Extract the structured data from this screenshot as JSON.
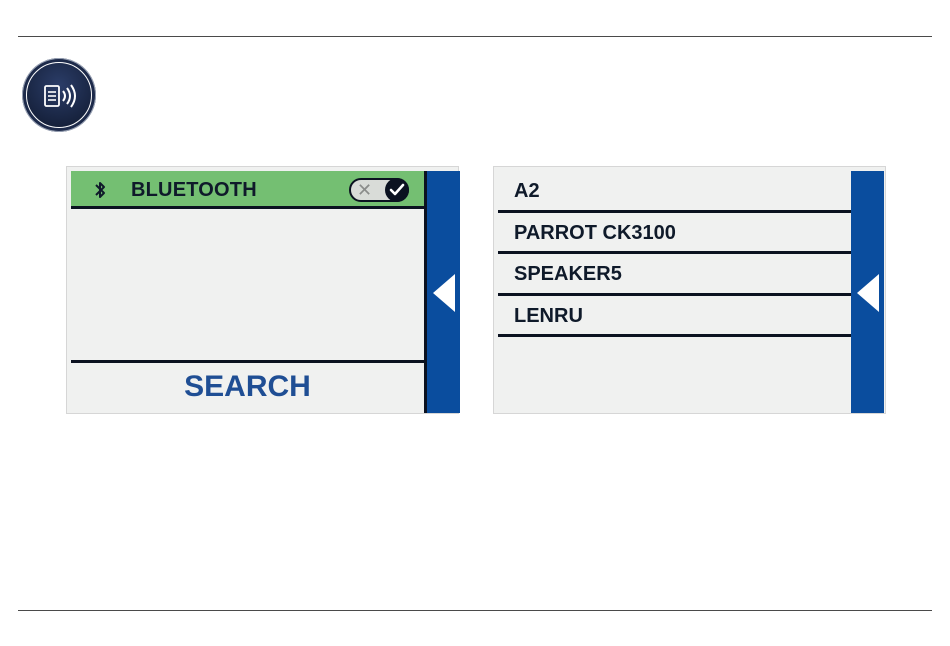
{
  "logo": {
    "icon": "audio-document-icon"
  },
  "bluetooth_screen": {
    "header_label": "BLUETOOTH",
    "header_icon": "bluetooth-icon",
    "toggle": {
      "state": "on",
      "off_icon": "x-icon",
      "on_icon": "check-icon"
    },
    "search_label": "SEARCH",
    "back_icon": "back-arrow-icon",
    "colors": {
      "header_bg": "#74bf72",
      "sidebar": "#0a4d9e",
      "search_text": "#1f4e94"
    }
  },
  "devices_screen": {
    "devices": [
      "A2",
      "PARROT CK3100",
      "SPEAKER5",
      "LENRU"
    ],
    "back_icon": "back-arrow-icon"
  }
}
